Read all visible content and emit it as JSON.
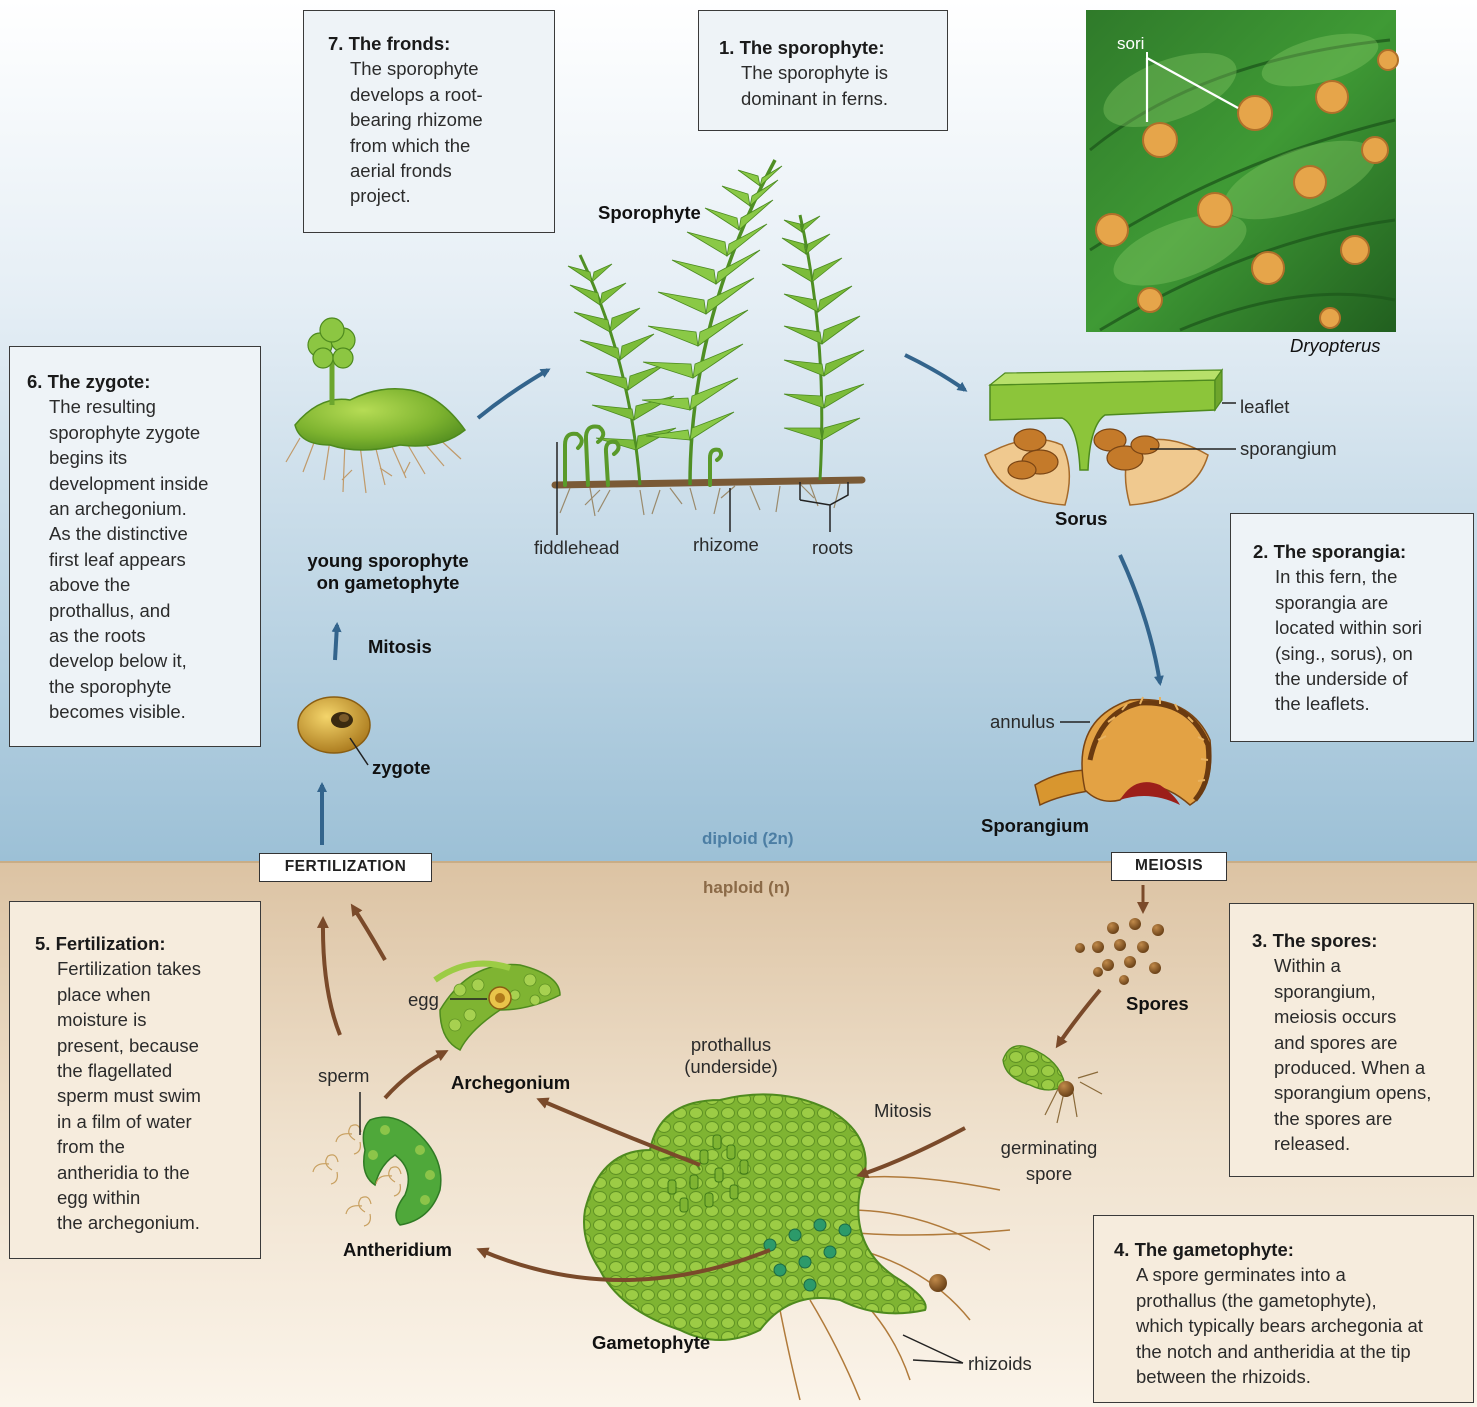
{
  "boxes": {
    "fronds": {
      "title": "7. The fronds:",
      "body": "The sporophyte\ndevelops a root-\nbearing rhizome\nfrom which the\naerial fronds\nproject."
    },
    "sporophyte": {
      "title": "1. The sporophyte:",
      "body": "The sporophyte is\ndominant in ferns."
    },
    "zygote": {
      "title": "6. The zygote:",
      "body": "The resulting\nsporophyte zygote\nbegins its\ndevelopment inside\nan archegonium.\nAs the distinctive\nfirst leaf appears\nabove the\nprothallus, and\nas the roots\ndevelop below it,\nthe sporophyte\nbecomes visible."
    },
    "sporangia": {
      "title": "2. The sporangia:",
      "body": "In this fern, the\nsporangia are\nlocated within sori\n(sing., sorus), on\nthe underside of\nthe leaflets."
    },
    "fertilization": {
      "title": "5. Fertilization:",
      "body": "Fertilization takes\nplace when\nmoisture is\npresent, because\nthe flagellated\nsperm must swim\nin a film of water\nfrom the\nantheridia to the\negg within\nthe archegonium."
    },
    "spores": {
      "title": "3. The spores:",
      "body": "Within a\nsporangium,\nmeiosis occurs\nand spores are\nproduced. When a\nsporangium opens,\nthe spores are\nreleased."
    },
    "gametophyte": {
      "title": "4. The gametophyte:",
      "body": "A spore germinates into a\nprothallus (the gametophyte),\nwhich typically bears archegonia at\nthe notch and antheridia at the tip\nbetween the rhizoids."
    }
  },
  "labels": {
    "sori": "sori",
    "dryopterus": "Dryopterus",
    "sporophyte": "Sporophyte",
    "fiddlehead": "fiddlehead",
    "rhizome": "rhizome",
    "roots": "roots",
    "leaflet": "leaflet",
    "sporangium_small": "sporangium",
    "sorus": "Sorus",
    "young_sporophyte": "young sporophyte\non gametophyte",
    "mitosis_top": "Mitosis",
    "zygote": "zygote",
    "annulus": "annulus",
    "sporangium_big": "Sporangium",
    "diploid": "diploid (2n)",
    "haploid": "haploid (n)",
    "fertilization_tag": "FERTILIZATION",
    "meiosis_tag": "MEIOSIS",
    "egg": "egg",
    "archegonium": "Archegonium",
    "sperm": "sperm",
    "antheridium": "Antheridium",
    "prothallus": "prothallus\n(underside)",
    "mitosis_bottom": "Mitosis",
    "spores": "Spores",
    "germinating_spore": "germinating\nspore",
    "gametophyte": "Gametophyte",
    "rhizoids": "rhizoids"
  },
  "colors": {
    "diploid_bg_top": "#ffffff",
    "diploid_bg_bottom": "#9cc0d6",
    "haploid_bg_top": "#dcc3a3",
    "haploid_bg_bottom": "#fbf4ea",
    "diploid_text": "#4c7ea4",
    "haploid_text": "#8b6a47",
    "blue_arrow": "#33648c",
    "brown_arrow": "#7a4a2a"
  }
}
